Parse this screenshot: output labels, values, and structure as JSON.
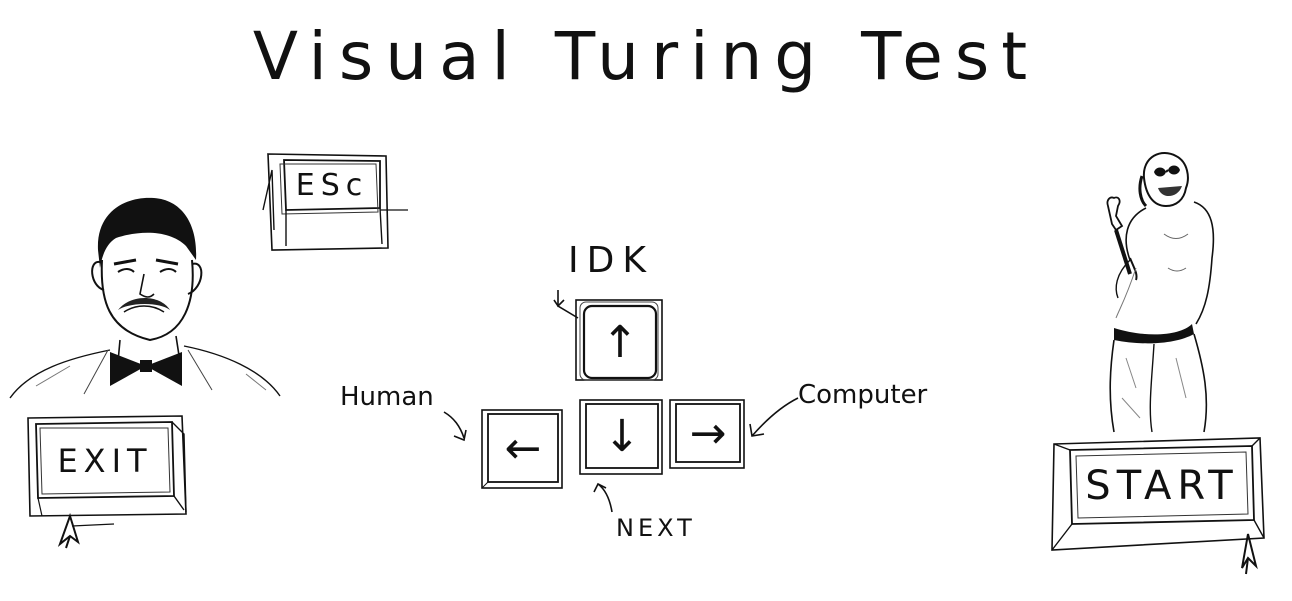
{
  "title": "Visual Turing Test",
  "keys": {
    "esc": {
      "label": "ESc"
    },
    "exit": {
      "label": "EXIT"
    },
    "start": {
      "label": "START"
    },
    "up": {
      "glyph": "↑"
    },
    "left": {
      "glyph": "←"
    },
    "down": {
      "glyph": "↓"
    },
    "right": {
      "glyph": "→"
    }
  },
  "annotations": {
    "idk": "IDK",
    "human": "Human",
    "computer": "Computer",
    "next": "NEXT"
  },
  "icons": {
    "left_figure": "man-in-bowtie-sketch-icon",
    "right_figure": "man-holding-trophy-sketch-icon",
    "cursor": "mouse-cursor-icon"
  }
}
